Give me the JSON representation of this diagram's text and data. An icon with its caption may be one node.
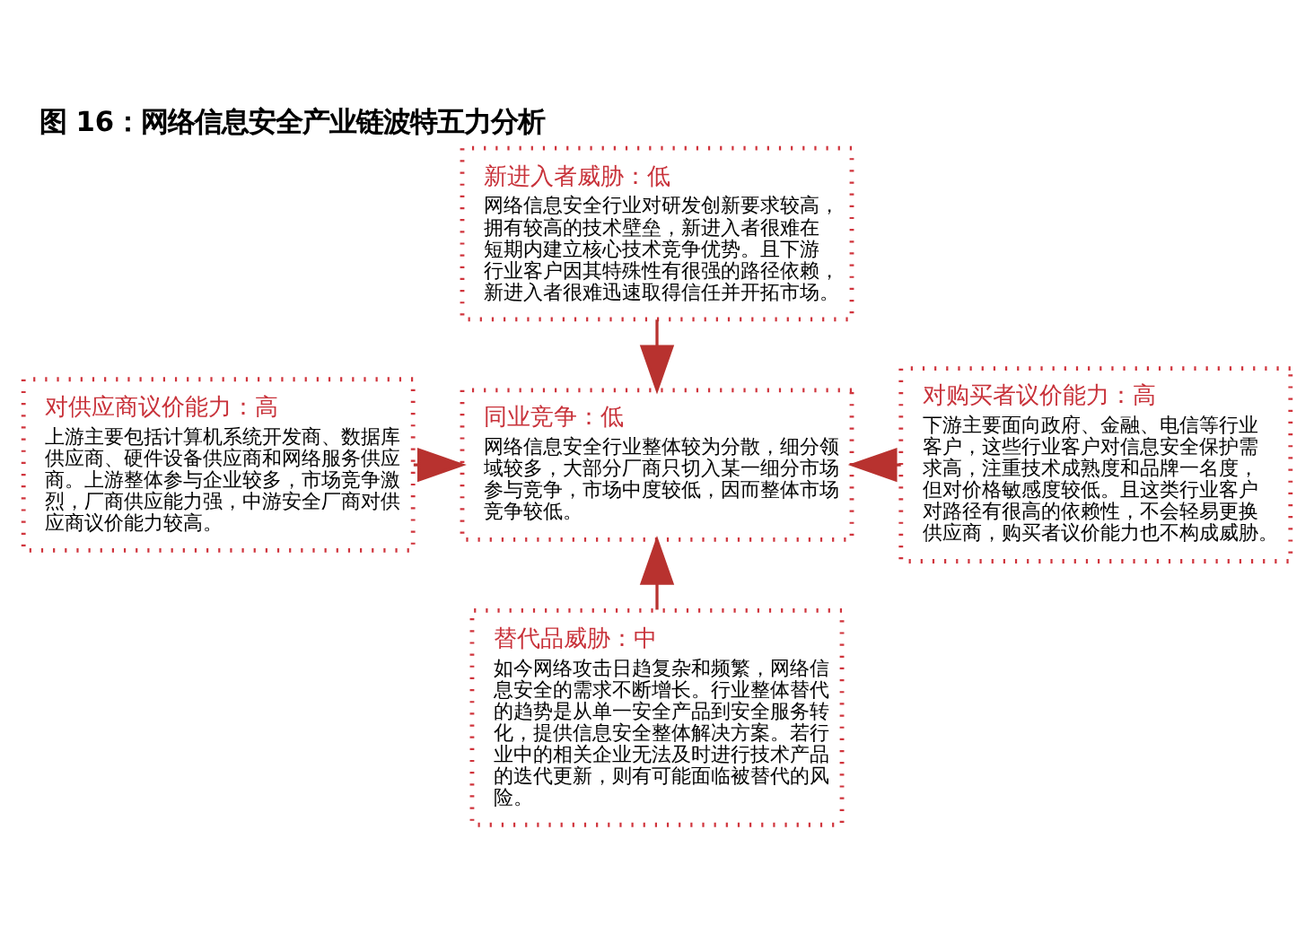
{
  "diagram": {
    "title": "图 16：网络信息安全产业链波特五力分析",
    "nodes": [
      {
        "text": [
          "新进入者威胁：低",
          "网络信息安全行业对研发创新要求较高，拥有较高的技术壁垒，新进入者很难在短期内建立核心技术竞争优势。且下游行业客户因其特殊性有很强的路径依赖，新进入者很难迅速取得信任并开拓市场。"
        ]
      },
      {
        "text": [
          "对供应商议价能力：高",
          "上游主要包括计算机系统开发商、数据库供应商、硬件设备供应商和网络服务供应商。上游整体参与企业较多，市场竞争激烈，厂商供应能力强，中游安全厂商对供应商议价能力较高。"
        ]
      },
      {
        "text": [
          "同业竞争：低",
          "网络信息安全行业整体较为分散，细分领域较多，大部分厂商只切入某一细分市场参与竞争，市场中度较低，因而整体市场竞争较低。"
        ]
      },
      {
        "text": [
          "对购买者议价能力：高",
          "下游主要面向政府、金融、电信等行业客户，这些行业客户对信息安全保护需求高，注重技术成熟度和品牌一名度，但对价格敏感度较低。且这类行业客户对路径有很高的依赖性，不会轻易更换供应商，购买者议价能力也不构成威胁。"
        ]
      },
      {
        "text": [
          "替代品威胁：中",
          "如今网络攻击日趋复杂和频繁，网络信息安全的需求不断增长。行业整体替代的趋势是从单一安全产品到安全服务转化，提供信息安全整体解决方案。若行业中的相关企业无法及时进行技术产品的迭代更新，则有可能面临被替代的风险。"
        ]
      }
    ],
    "edges": [
      {
        "from": 0,
        "to": 2,
        "arrow": "to"
      },
      {
        "from": 1,
        "to": 2,
        "arrow": "to"
      },
      {
        "from": 3,
        "to": 2,
        "arrow": "to"
      },
      {
        "from": 4,
        "to": 2,
        "arrow": "to"
      }
    ]
  }
}
